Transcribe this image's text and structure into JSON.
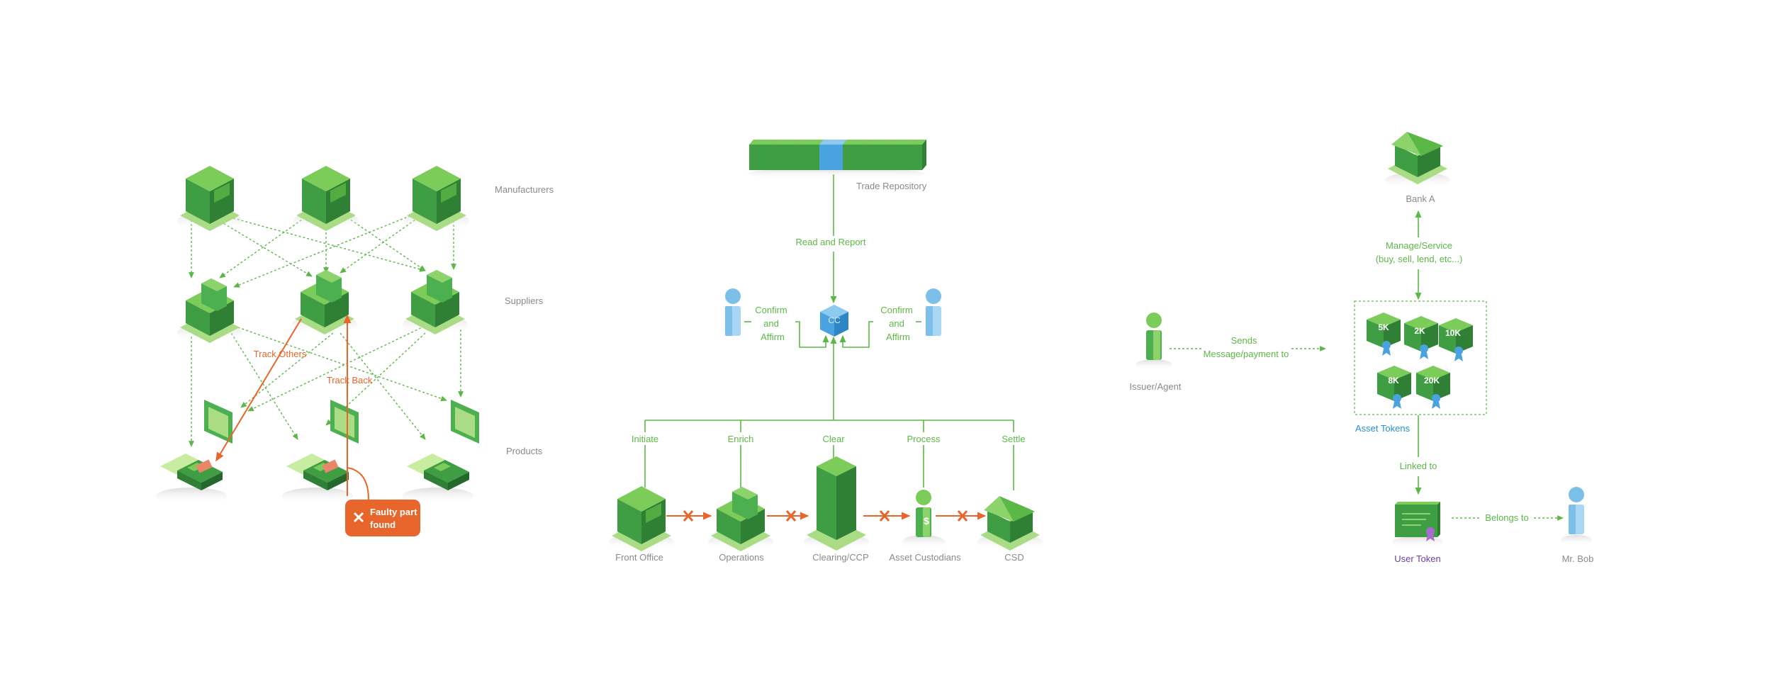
{
  "supply_chain": {
    "tiers": [
      "Manufacturers",
      "Suppliers",
      "Products"
    ],
    "track_others": "Track Others",
    "track_back": "Track Back",
    "fault_line1": "Faulty part",
    "fault_line2": "found"
  },
  "trade_lifecycle": {
    "repository": "Trade Repository",
    "read_report": "Read and Report",
    "hub_label": "CC",
    "confirm_left": [
      "Confirm",
      "and",
      "Affirm"
    ],
    "confirm_right": [
      "Confirm",
      "and",
      "Affirm"
    ],
    "steps": [
      "Initiate",
      "Enrich",
      "Clear",
      "Process",
      "Settle"
    ],
    "entities": [
      "Front Office",
      "Operations",
      "Clearing/CCP",
      "Asset Custodians",
      "CSD"
    ]
  },
  "tokenization": {
    "bank": "Bank A",
    "manage_line1": "Manage/Service",
    "manage_line2": "(buy, sell, lend, etc...)",
    "issuer": "Issuer/Agent",
    "sends_line1": "Sends",
    "sends_line2": "Message/payment to",
    "tokens": [
      "5K",
      "2K",
      "10K",
      "8K",
      "20K"
    ],
    "asset_tokens": "Asset Tokens",
    "linked_to": "Linked to",
    "user_token": "User Token",
    "belongs_to": "Belongs to",
    "owner": "Mr. Bob"
  },
  "colors": {
    "green_dark": "#2f8f3a",
    "green_mid": "#4caf50",
    "green_light": "#8bd36a",
    "orange": "#e8662c",
    "blue": "#4aa3df",
    "purple": "#6b3fa0"
  }
}
